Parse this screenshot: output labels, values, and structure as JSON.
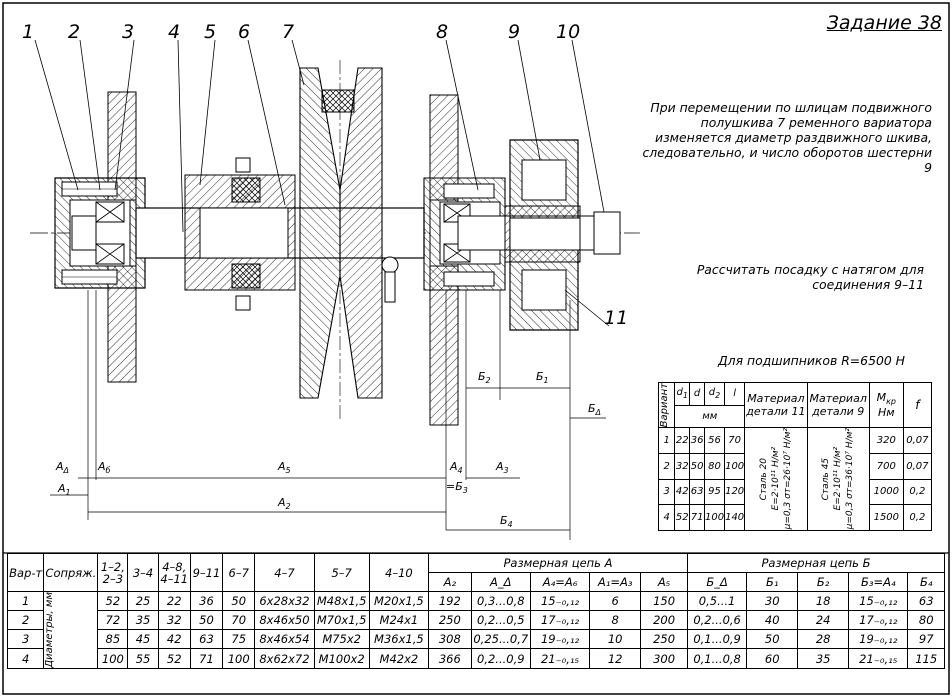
{
  "task_title": "Задание 38",
  "part_numbers": [
    "1",
    "2",
    "3",
    "4",
    "5",
    "6",
    "7",
    "8",
    "9",
    "10",
    "11"
  ],
  "note_move": "При перемещении по шлицам подвижного полушкива 7 ременного вариатора изменяется диаметр раздвижного шкива, следовательно, и число оборотов шестерни 9",
  "note_calc": "Рассчитать посадку с натягом для соединения 9–11",
  "note_bearing": "Для подшипников R=6500 Н",
  "dims": {
    "a_delta": "А",
    "a_delta_sub": "Δ",
    "a6": "А",
    "a6_sub": "б",
    "a5": "А",
    "a5_sub": "5",
    "a4": "А",
    "a4_sub": "4",
    "a3": "А",
    "a3_sub": "3",
    "a1": "А",
    "a1_sub": "1",
    "a2": "А",
    "a2_sub": "2",
    "b3": "=Б",
    "b3_sub": "3",
    "b4": "Б",
    "b4_sub": "4",
    "b2": "Б",
    "b2_sub": "2",
    "b1": "Б",
    "b1_sub": "1",
    "b_delta": "Б",
    "b_delta_sub": "Δ"
  },
  "mini_table": {
    "h_var": "Вариант",
    "h_d1": "d",
    "h_d1_sub": "1",
    "h_d": "d",
    "h_d2": "d",
    "h_d2_sub": "2",
    "h_l": "l",
    "h_mm": "мм",
    "h_mat11": "Материал детали 11",
    "h_mat9": "Материал детали 9",
    "h_mkr": "М",
    "h_mkr_sub": "кр",
    "h_mkr_unit": "Нм",
    "h_f": "f",
    "mat11": [
      "Сталь 20",
      "E=2·10¹¹ Н/м²",
      "μ=0,3   σт=26·10⁷ Н/м²"
    ],
    "mat9": [
      "Сталь 45",
      "E=2·10¹¹ Н/м²",
      "μ=0,3   σт=36·10⁷ Н/м²"
    ],
    "rows": [
      [
        "1",
        "22",
        "36",
        "56",
        "70",
        "320",
        "0,07"
      ],
      [
        "2",
        "32",
        "50",
        "80",
        "100",
        "700",
        "0,07"
      ],
      [
        "3",
        "42",
        "63",
        "95",
        "120",
        "1000",
        "0,2"
      ],
      [
        "4",
        "52",
        "71",
        "100",
        "140",
        "1500",
        "0,2"
      ]
    ]
  },
  "main_table": {
    "h_var": "Вар-т",
    "h_conj": "Сопряж.",
    "h_c1": "1–2, 2–3",
    "h_c2": "3–4",
    "h_c3": "4–8, 4–11",
    "h_c4": "9–11",
    "h_c5": "6–7",
    "h_c6": "4–7",
    "h_c7": "5–7",
    "h_c8": "4–10",
    "h_chainA": "Размерная цепь А",
    "h_chainB": "Размерная цепь Б",
    "h_A2": "А₂",
    "h_Ad": "А_Δ",
    "h_A4": "А₄=А₆",
    "h_A1": "А₁=А₃",
    "h_A5": "А₅",
    "h_Bd": "Б_Δ",
    "h_B1": "Б₁",
    "h_B2": "Б₂",
    "h_B3": "Б₃=А₄",
    "h_B4": "Б₄",
    "diam_label": "Диаметры, мм",
    "rows": [
      [
        "1",
        "52",
        "25",
        "22",
        "36",
        "50",
        "6x28x32",
        "M48x1,5",
        "M20x1,5",
        "192",
        "0,3...0,8",
        "15₋₀,₁₂",
        "6",
        "150",
        "0,5...1",
        "30",
        "18",
        "15₋₀,₁₂",
        "63"
      ],
      [
        "2",
        "72",
        "35",
        "32",
        "50",
        "70",
        "8x46x50",
        "M70x1,5",
        "M24x1",
        "250",
        "0,2...0,5",
        "17₋₀,₁₂",
        "8",
        "200",
        "0,2...0,6",
        "40",
        "24",
        "17₋₀,₁₂",
        "80"
      ],
      [
        "3",
        "85",
        "45",
        "42",
        "63",
        "75",
        "8x46x54",
        "M75x2",
        "M36x1,5",
        "308",
        "0,25...0,7",
        "19₋₀,₁₂",
        "10",
        "250",
        "0,1...0,9",
        "50",
        "28",
        "19₋₀,₁₂",
        "97"
      ],
      [
        "4",
        "100",
        "55",
        "52",
        "71",
        "100",
        "8x62x72",
        "M100x2",
        "M42x2",
        "366",
        "0,2...0,9",
        "21₋₀,₁₅",
        "12",
        "300",
        "0,1...0,8",
        "60",
        "35",
        "21₋₀,₁₅",
        "115"
      ]
    ]
  },
  "colors": {
    "ink": "#000000",
    "paper": "#ffffff"
  }
}
